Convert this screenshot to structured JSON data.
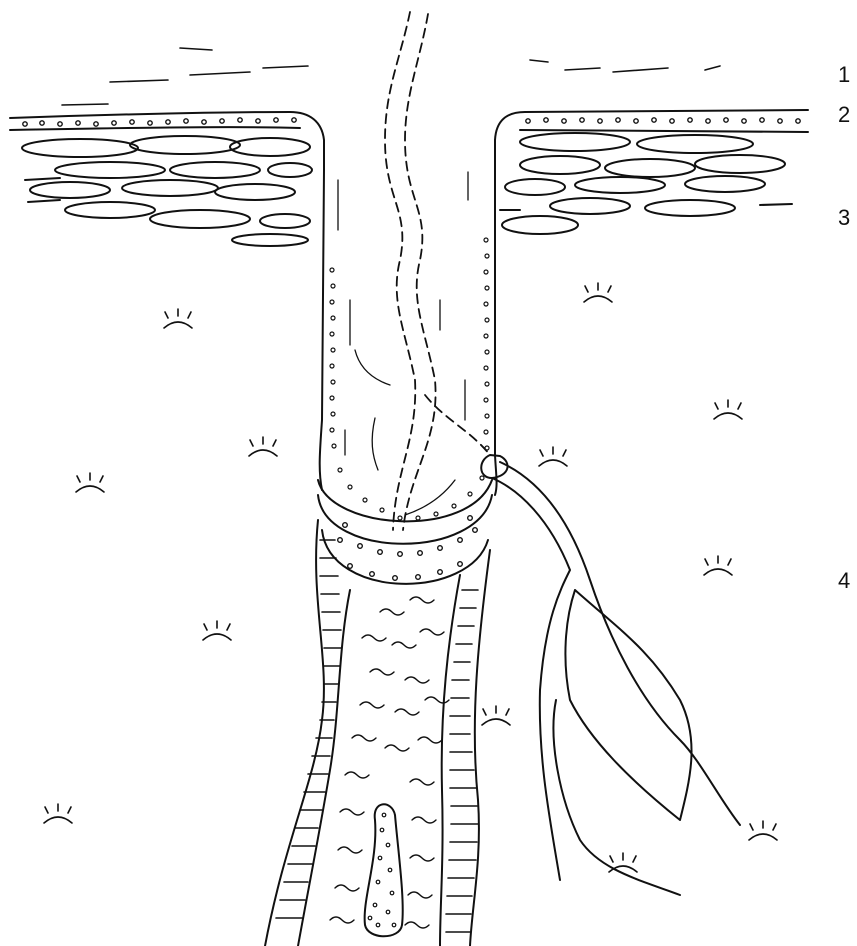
{
  "figure": {
    "callouts": [
      "1",
      "2",
      "3",
      "4"
    ]
  },
  "colors": {
    "ink": "#111111",
    "background": "#ffffff"
  }
}
